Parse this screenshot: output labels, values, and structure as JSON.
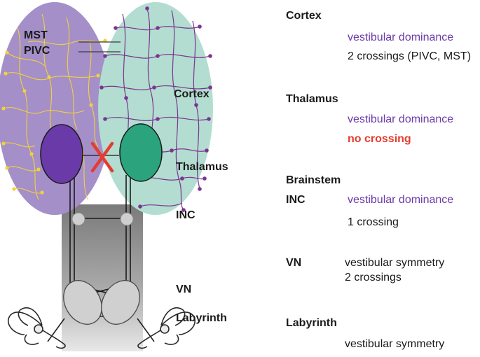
{
  "colors": {
    "left_hemisphere": "#a48fc9",
    "right_hemisphere": "#b3ddd0",
    "left_thalamus": "#6a3aa8",
    "right_thalamus": "#2ba37c",
    "left_fibers": "#f2d13a",
    "right_fibers": "#7a3592",
    "crossing_mark": "#e63b2e",
    "dominance_text": "#6a3aa8",
    "no_crossing_text": "#e63b2e"
  },
  "diagram_labels": {
    "mst": "MST",
    "pivc": "PIVC",
    "cortex": "Cortex",
    "thalamus": "Thalamus",
    "inc": "INC",
    "vn": "VN",
    "labyrinth": "Labyrinth"
  },
  "legend": {
    "cortex": {
      "heading": "Cortex",
      "line1": "vestibular dominance",
      "line2": "2 crossings (PIVC, MST)"
    },
    "thalamus": {
      "heading": "Thalamus",
      "line1": "vestibular dominance",
      "line2": "no crossing"
    },
    "brainstem": {
      "heading": "Brainstem",
      "inc": {
        "label": "INC",
        "line1": "vestibular dominance",
        "line2": "1 crossing"
      },
      "vn": {
        "label": "VN",
        "line1": "vestibular symmetry",
        "line2": "2 crossings"
      }
    },
    "labyrinth": {
      "heading": "Labyrinth",
      "line1": "vestibular symmetry"
    }
  }
}
